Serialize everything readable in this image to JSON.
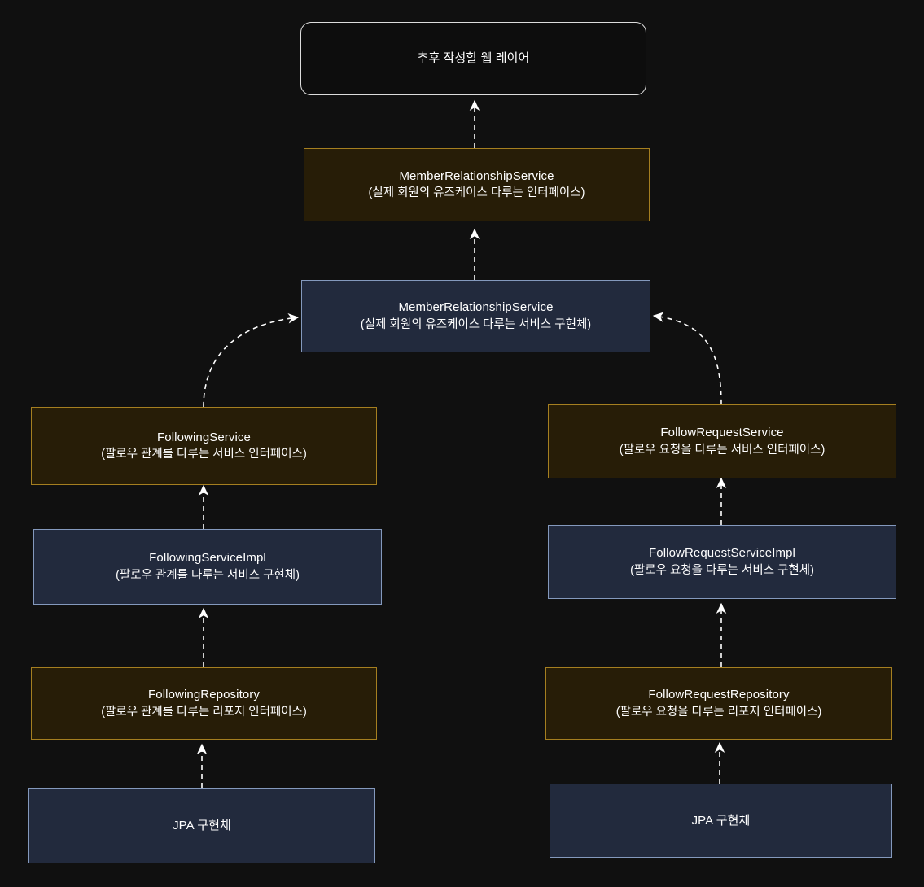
{
  "diagram": {
    "title": "Layered service architecture diagram",
    "background_color": "#101010",
    "palette": {
      "interface_fill": "#271d07",
      "interface_border": "#a57f20",
      "implementation_fill": "#222a3d",
      "implementation_border": "#8499bd",
      "web_layer_border": "#dcdcdc",
      "text_color": "#ffffff",
      "edge_color": "#ffffff"
    },
    "nodes": [
      {
        "id": "web-layer",
        "kind": "web",
        "title": "추후 작성할 웹 레이어",
        "subtitle": ""
      },
      {
        "id": "member-relationship-service-interface",
        "kind": "interface",
        "title": "MemberRelationshipService",
        "subtitle": "(실제 회원의 유즈케이스 다루는 인터페이스)"
      },
      {
        "id": "member-relationship-service-impl",
        "kind": "implementation",
        "title": "MemberRelationshipService",
        "subtitle": "(실제 회원의 유즈케이스 다루는 서비스 구현체)"
      },
      {
        "id": "following-service-interface",
        "kind": "interface",
        "title": "FollowingService",
        "subtitle": "(팔로우 관계를 다루는 서비스 인터페이스)"
      },
      {
        "id": "following-service-impl",
        "kind": "implementation",
        "title": "FollowingServiceImpl",
        "subtitle": "(팔로우 관계를 다루는 서비스 구현체)"
      },
      {
        "id": "following-repository-interface",
        "kind": "interface",
        "title": "FollowingRepository",
        "subtitle": "(팔로우 관계를 다루는 리포지 인터페이스)"
      },
      {
        "id": "following-jpa-impl",
        "kind": "implementation",
        "title": "JPA 구현체",
        "subtitle": ""
      },
      {
        "id": "follow-request-service-interface",
        "kind": "interface",
        "title": "FollowRequestService",
        "subtitle": "(팔로우 요청을 다루는 서비스 인터페이스)"
      },
      {
        "id": "follow-request-service-impl",
        "kind": "implementation",
        "title": "FollowRequestServiceImpl",
        "subtitle": "(팔로우 요청을 다루는 서비스 구현체)"
      },
      {
        "id": "follow-request-repository-interface",
        "kind": "interface",
        "title": "FollowRequestRepository",
        "subtitle": "(팔로우 요청을 다루는 리포지 인터페이스)"
      },
      {
        "id": "follow-request-jpa-impl",
        "kind": "implementation",
        "title": "JPA 구현체",
        "subtitle": ""
      }
    ],
    "edges": [
      {
        "from": "member-relationship-service-interface",
        "to": "web-layer",
        "style": "dashed",
        "arrow": "open",
        "shape": "straight"
      },
      {
        "from": "member-relationship-service-impl",
        "to": "member-relationship-service-interface",
        "style": "dashed",
        "arrow": "open",
        "shape": "straight"
      },
      {
        "from": "following-service-interface",
        "to": "member-relationship-service-impl",
        "style": "dashed",
        "arrow": "open",
        "shape": "curved"
      },
      {
        "from": "follow-request-service-interface",
        "to": "member-relationship-service-impl",
        "style": "dashed",
        "arrow": "open",
        "shape": "curved"
      },
      {
        "from": "following-service-impl",
        "to": "following-service-interface",
        "style": "dashed",
        "arrow": "open",
        "shape": "straight"
      },
      {
        "from": "following-repository-interface",
        "to": "following-service-impl",
        "style": "dashed",
        "arrow": "open",
        "shape": "straight"
      },
      {
        "from": "following-jpa-impl",
        "to": "following-repository-interface",
        "style": "dashed",
        "arrow": "open",
        "shape": "straight"
      },
      {
        "from": "follow-request-service-impl",
        "to": "follow-request-service-interface",
        "style": "dashed",
        "arrow": "open",
        "shape": "straight"
      },
      {
        "from": "follow-request-repository-interface",
        "to": "follow-request-service-impl",
        "style": "dashed",
        "arrow": "open",
        "shape": "straight"
      },
      {
        "from": "follow-request-jpa-impl",
        "to": "follow-request-repository-interface",
        "style": "dashed",
        "arrow": "open",
        "shape": "straight"
      }
    ]
  }
}
